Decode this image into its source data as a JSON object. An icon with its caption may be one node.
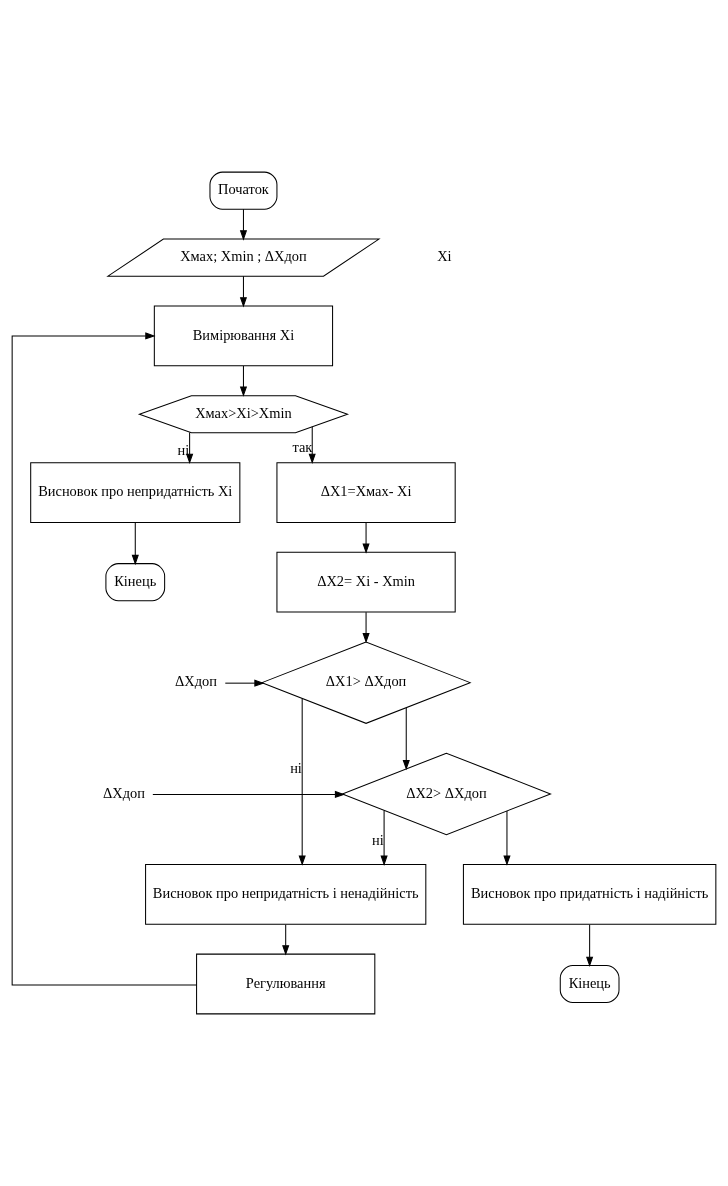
{
  "diagram": {
    "nodes": [
      {
        "text": [
          "Початок"
        ]
      },
      {
        "text": [
          "Xмах; Xmin ; ΔXдоп"
        ],
        "beside": [
          "Xi"
        ]
      },
      {
        "text": [
          "Вимірювання Xi"
        ]
      },
      {
        "text": [
          "Xмах>Xi>Xmin"
        ]
      },
      {
        "text": [
          "ΔX1=Xмах- Xi"
        ]
      },
      {
        "text": [
          "Висновок про непридатність Xi"
        ]
      },
      {
        "text": [
          "Кінець"
        ]
      },
      {
        "text": [
          "ΔX2= Xi - Xmin"
        ]
      },
      {
        "text": [
          "ΔXдоп"
        ]
      },
      {
        "text": [
          "ΔX1> ΔXдоп"
        ]
      },
      {
        "text": [
          "ΔXдоп"
        ]
      },
      {
        "text": [
          "ΔX2> ΔXдоп"
        ]
      },
      {
        "text": [
          "Висновок про придатність і надійність"
        ]
      },
      {
        "text": [
          "Висновок про непридатність і ненадійність"
        ]
      },
      {
        "text": [
          "Кінець"
        ]
      },
      {
        "text": [
          "Регулювання"
        ]
      }
    ],
    "edges": [
      {
        "from": 0,
        "to": 1,
        "arrow": "to"
      },
      {
        "from": 1,
        "to": 2,
        "arrow": "to"
      },
      {
        "from": 2,
        "to": 3,
        "arrow": "to"
      },
      {
        "from": 3,
        "to": 4,
        "arrow": "to",
        "label": "так"
      },
      {
        "from": 3,
        "to": 5,
        "arrow": "to",
        "label": "ні"
      },
      {
        "from": 5,
        "to": 6,
        "arrow": "to"
      },
      {
        "from": 4,
        "to": 7,
        "arrow": "to"
      },
      {
        "from": 7,
        "to": 9,
        "arrow": "to"
      },
      {
        "from": 8,
        "to": 9,
        "arrow": "to"
      },
      {
        "from": 9,
        "to": 13,
        "arrow": "to",
        "label": "ні"
      },
      {
        "from": 9,
        "to": 11,
        "arrow": "to"
      },
      {
        "from": 10,
        "to": 11,
        "arrow": "to"
      },
      {
        "from": 11,
        "to": 13,
        "arrow": "to",
        "label": "ні"
      },
      {
        "from": 11,
        "to": 12,
        "arrow": "to"
      },
      {
        "from": 12,
        "to": 14,
        "arrow": "to"
      },
      {
        "from": 13,
        "to": 15,
        "arrow": "to"
      },
      {
        "from": 15,
        "to": 2,
        "arrow": "to"
      }
    ]
  }
}
